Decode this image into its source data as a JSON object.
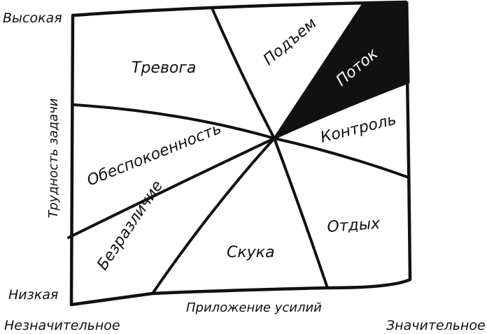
{
  "axes": {
    "y_title": "Трудность задачи",
    "y_high": "Высокая",
    "y_low": "Низкая",
    "x_title": "Приложение усилий",
    "x_low": "Незначительное",
    "x_high": "Значительное"
  },
  "regions": {
    "anxiety": "Тревога",
    "arousal": "Подъем",
    "flow": "Поток",
    "control": "Контроль",
    "worry": "Обеспокоенность",
    "relaxation": "Отдых",
    "apathy": "Безразличие",
    "boredom": "Скука"
  },
  "colors": {
    "ink": "#111111",
    "flow_fill": "#111111",
    "background": "#ffffff"
  }
}
